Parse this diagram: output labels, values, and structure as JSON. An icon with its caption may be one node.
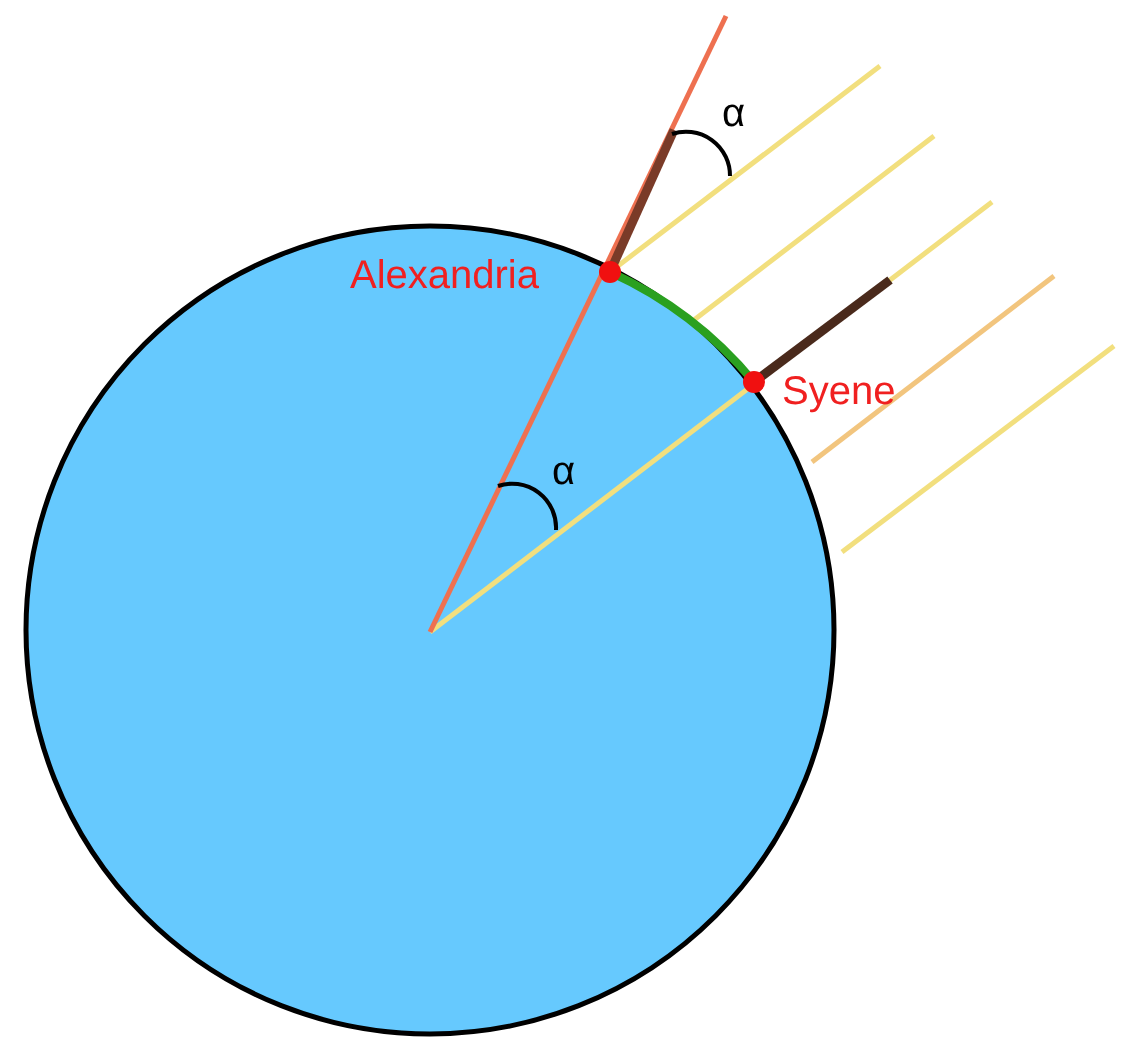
{
  "diagram": {
    "labels": [
      "α",
      "Alexandria",
      "Syene",
      "α"
    ]
  }
}
